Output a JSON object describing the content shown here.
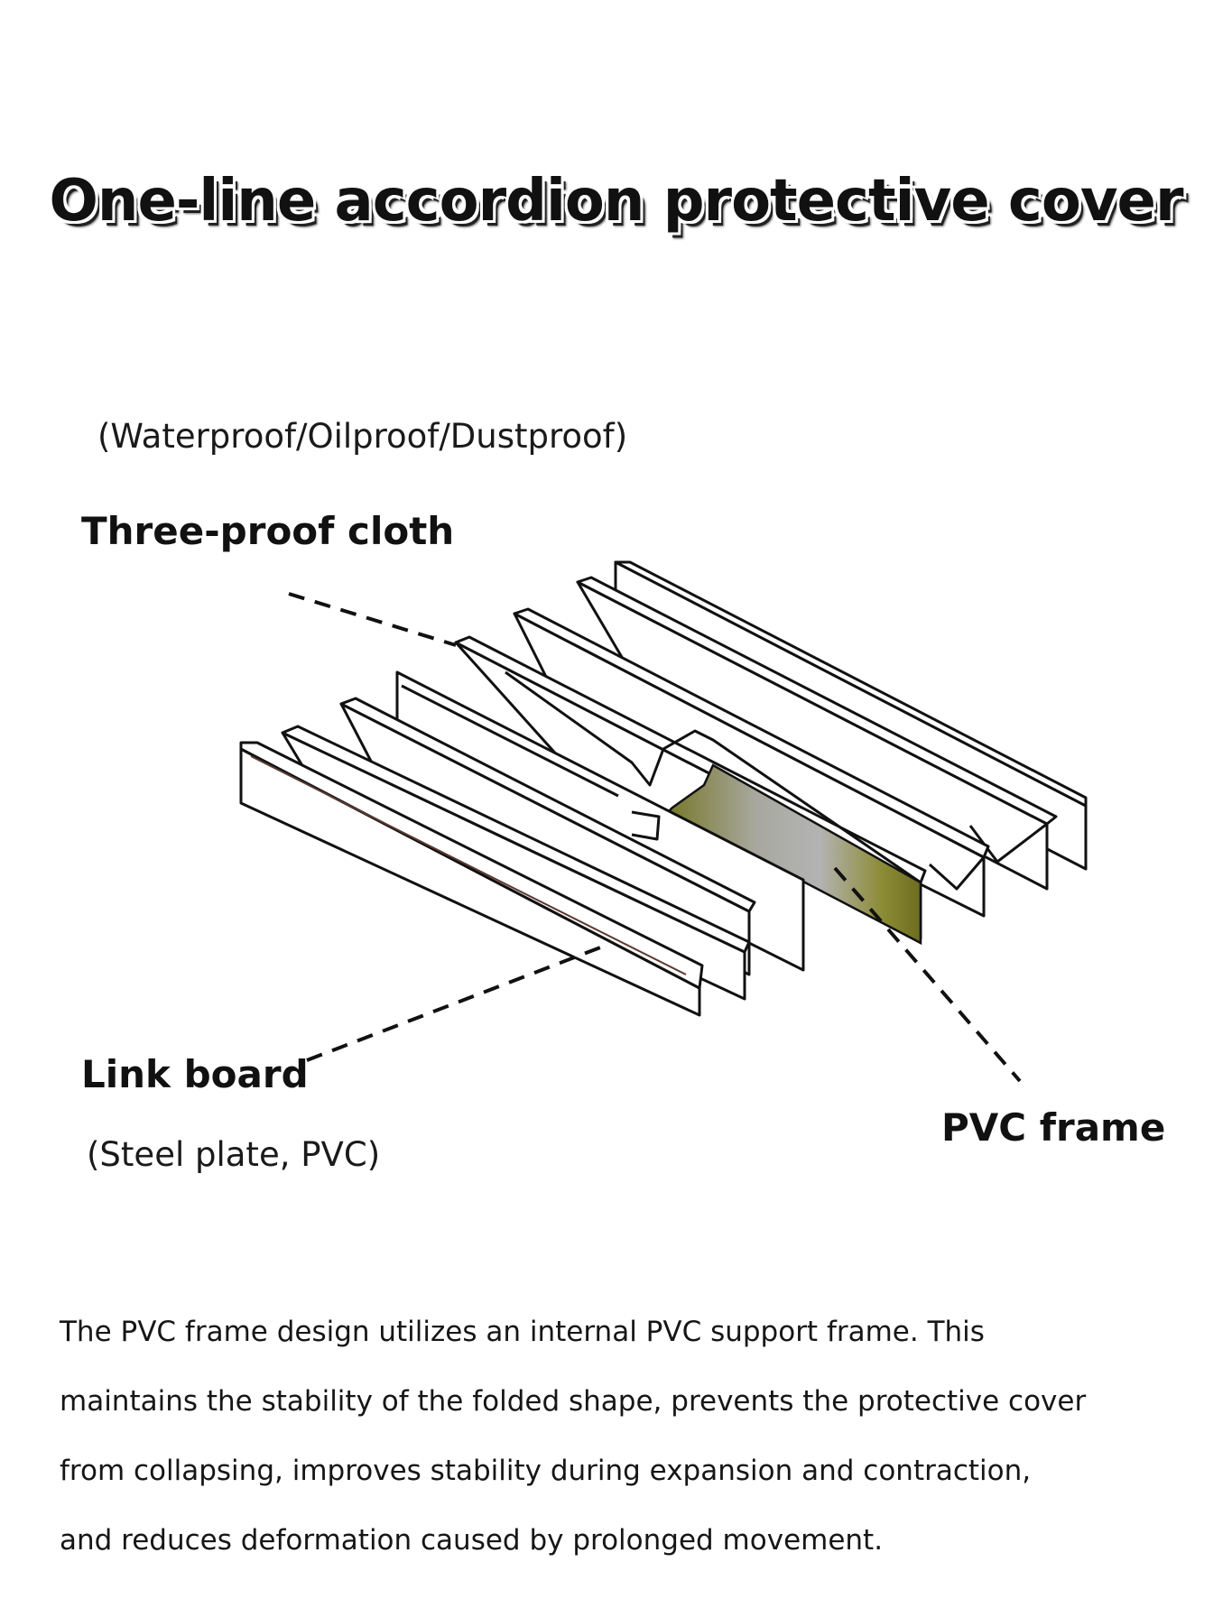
{
  "title": "One-line accordion protective cover",
  "properties_note": "(Waterproof/Oilproof/Dustproof)",
  "labels": {
    "cloth": "Three-proof cloth",
    "link_board": "Link board",
    "link_board_note": "(Steel plate, PVC)",
    "pvc_frame": "PVC frame"
  },
  "description_lines": [
    "The PVC frame design utilizes an internal PVC support frame. This",
    "maintains the stability of the folded shape, prevents the protective cover",
    "from collapsing, improves stability during expansion and contraction,",
    "and reduces deformation caused by prolonged movement."
  ],
  "colors": {
    "pvc_frame_fill": "#8a8a2a",
    "outline": "#111111"
  }
}
